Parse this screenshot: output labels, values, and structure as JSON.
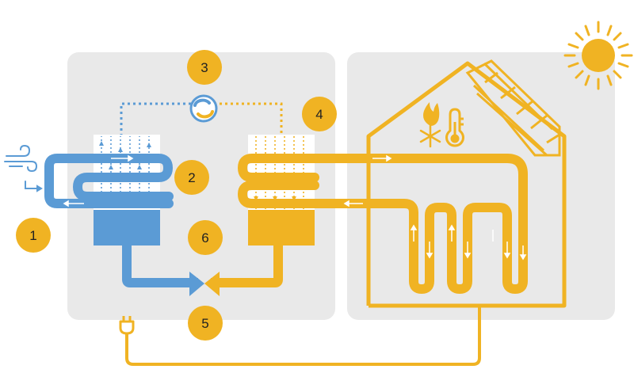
{
  "colors": {
    "panel": "#e9e9e9",
    "cold": "#5b9bd5",
    "warm": "#f0b323",
    "sun": "#f0b323",
    "badge": "#f0b323",
    "badge_text": "#222222"
  },
  "badges": [
    {
      "id": "1",
      "label": "1"
    },
    {
      "id": "2",
      "label": "2"
    },
    {
      "id": "3",
      "label": "3"
    },
    {
      "id": "4",
      "label": "4"
    },
    {
      "id": "5",
      "label": "5"
    },
    {
      "id": "6",
      "label": "6"
    }
  ],
  "icons": {
    "wind": "wind-icon",
    "sun": "sun-icon",
    "flame": "flame-icon",
    "snowflake": "snowflake-icon",
    "thermometer": "thermometer-icon",
    "plug": "plug-icon",
    "compressor": "compressor-icon",
    "valve": "expansion-valve-icon",
    "solar": "solar-panel-icon"
  }
}
